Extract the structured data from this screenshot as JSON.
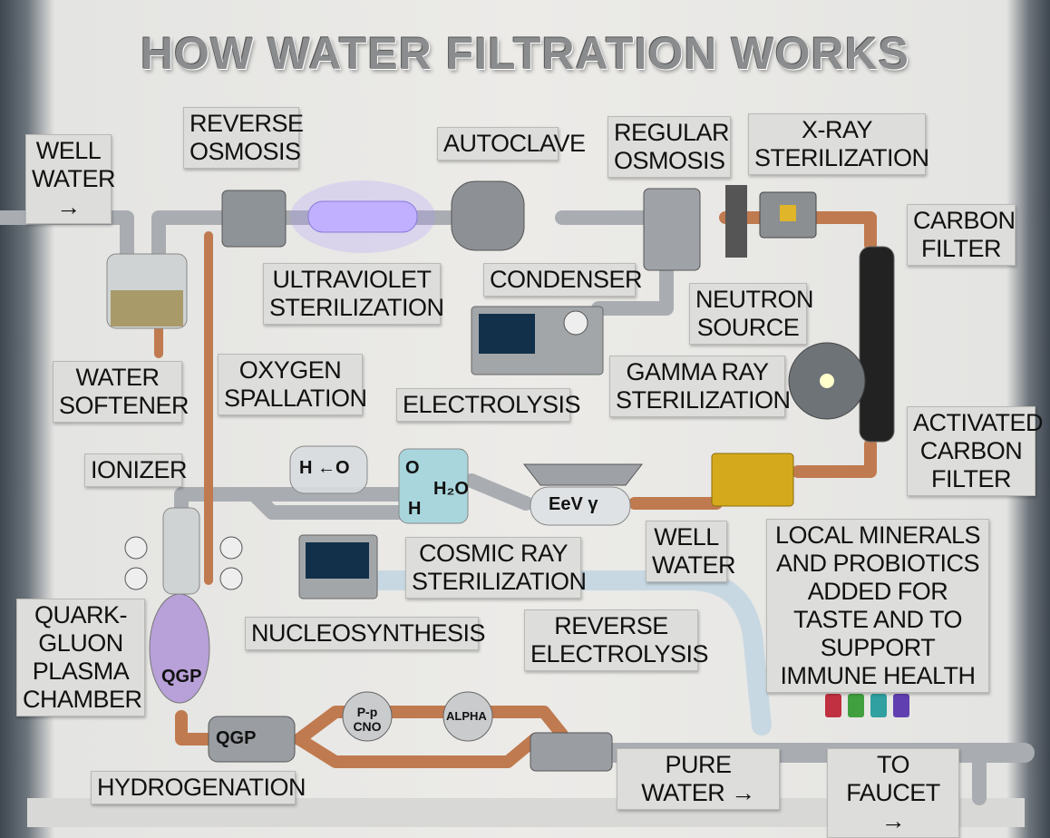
{
  "title": "HOW WATER FILTRATION WORKS",
  "labels": {
    "well_water_in": "WELL WATER →",
    "reverse_osmosis": "REVERSE OSMOSIS",
    "autoclave": "AUTOCLAVE",
    "regular_osmosis": "REGULAR OSMOSIS",
    "xray": "X-RAY STERILIZATION",
    "carbon_filter": "CARBON FILTER",
    "uv": "ULTRAVIOLET STERILIZATION",
    "condenser": "CONDENSER",
    "neutron": "NEUTRON SOURCE",
    "softener": "WATER SOFTENER",
    "oxygen": "OXYGEN SPALLATION",
    "electrolysis": "ELECTROLYSIS",
    "gamma": "GAMMA RAY STERILIZATION",
    "activated_carbon": "ACTIVATED CARBON FILTER",
    "ionizer": "IONIZER",
    "cosmic": "COSMIC RAY STERILIZATION",
    "well_water_2": "WELL WATER",
    "minerals": "LOCAL MINERALS AND PROBIOTICS ADDED FOR TASTE AND TO SUPPORT IMMUNE HEALTH",
    "qgp_chamber": "QUARK-GLUON PLASMA CHAMBER",
    "nucleosynthesis": "NUCLEOSYNTHESIS",
    "reverse_electrolysis": "REVERSE ELECTROLYSIS",
    "pure_water": "PURE WATER →",
    "to_faucet": "TO FAUCET →",
    "hydrogenation": "HYDROGENATION"
  },
  "inline": {
    "eev": "EeV γ",
    "h2o": "H₂O",
    "o": "O",
    "h": "H",
    "h_split": "H  ←O",
    "qgp": "QGP",
    "qgp2": "QGP",
    "ppcno": "P-p CNO",
    "alpha": "ALPHA"
  },
  "colors": {
    "steel": "#a9adb1",
    "copper": "#c07a4f",
    "label_bg": "#dddddb",
    "radiation": "#d4aa1c"
  },
  "icons": [
    "radiation-icon",
    "gauge-icon",
    "control-panel-icon",
    "vial-icon"
  ]
}
